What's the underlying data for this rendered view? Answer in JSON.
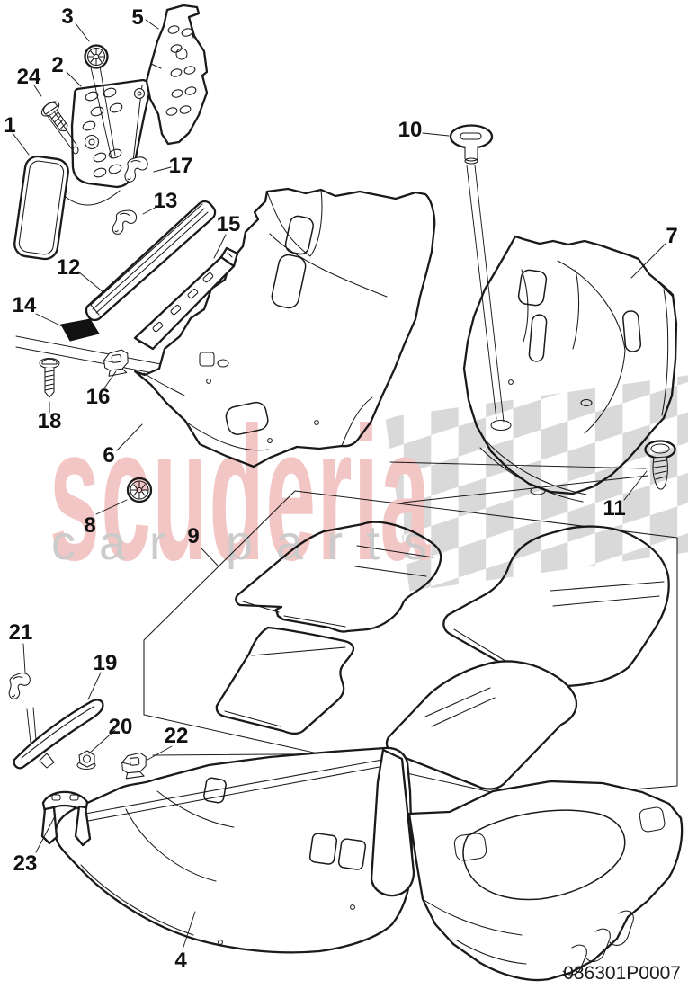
{
  "diagram": {
    "part_number": "086301P0007",
    "watermark": {
      "brand": "scuderia",
      "subtitle": "car parts"
    },
    "callouts": [
      {
        "number": "1"
      },
      {
        "number": "2"
      },
      {
        "number": "3"
      },
      {
        "number": "4"
      },
      {
        "number": "5"
      },
      {
        "number": "6"
      },
      {
        "number": "7"
      },
      {
        "number": "8"
      },
      {
        "number": "9"
      },
      {
        "number": "10"
      },
      {
        "number": "11"
      },
      {
        "number": "12"
      },
      {
        "number": "13"
      },
      {
        "number": "14"
      },
      {
        "number": "15"
      },
      {
        "number": "16"
      },
      {
        "number": "17"
      },
      {
        "number": "18"
      },
      {
        "number": "19"
      },
      {
        "number": "20"
      },
      {
        "number": "21"
      },
      {
        "number": "22"
      },
      {
        "number": "23"
      },
      {
        "number": "24"
      }
    ],
    "colors": {
      "line": "#1a1a1a",
      "watermark_pink": "#f3c6c6",
      "watermark_gray": "#cbcbcb",
      "checker_gray": "#d9d9d9",
      "background": "#ffffff"
    }
  }
}
